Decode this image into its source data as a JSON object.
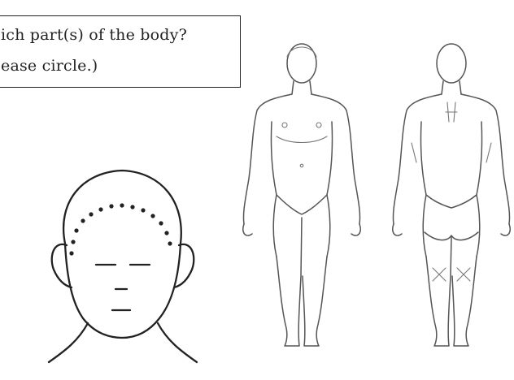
{
  "question": {
    "line1": "ich part(s) of the body?",
    "line2": "ease circle.)"
  },
  "figures": {
    "head_top_view": "head-top-illustration",
    "front_body": "body-front-illustration",
    "back_body": "body-back-illustration"
  },
  "colors": {
    "outline": "#555555",
    "dots": "#222222",
    "box_border": "#222222"
  }
}
